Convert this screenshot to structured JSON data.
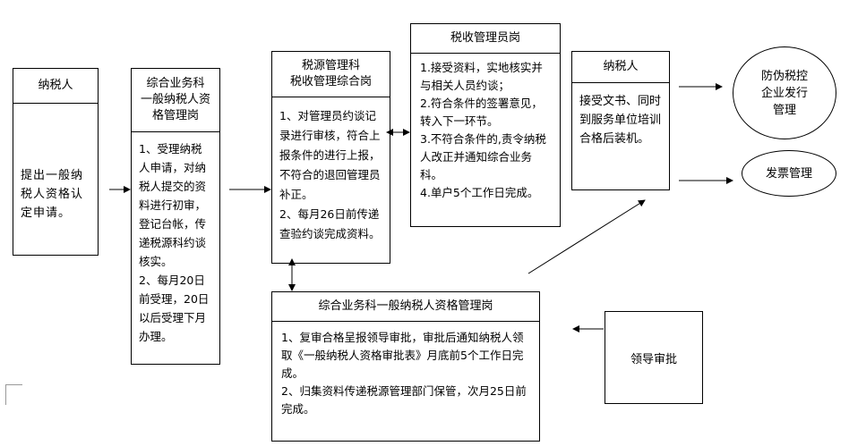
{
  "taxpayer_left": {
    "title": "纳税人",
    "content": "提出一般纳税人资格认定申请。"
  },
  "general_affairs_1": {
    "title": "综合业务科\n一般纳税人资\n格管理岗",
    "content": "1、受理纳税人申请，对纳税人提交的资料进行初审，登记台帐，传递税源科约谈核实。\n2、每月20日前受理，20日以后受理下月办理。"
  },
  "tax_source": {
    "title": "税源管理科\n税收管理综合岗",
    "content": "1、对管理员约谈记录进行审核，符合上报条件的进行上报，不符合的退回管理员补正。\n2、每月26日前传递查验约谈完成资料。"
  },
  "tax_officer": {
    "title": "税收管理员岗",
    "content": "1.接受资料，实地核实并与相关人员约谈；\n2.符合条件的签署意见，转入下一环节。\n3.不符合条件的,责令纳税人改正并通知综合业务科。\n4.单户5个工作日完成。"
  },
  "taxpayer_right": {
    "title": "纳税人",
    "content": "接受文书、同时到服务单位培训合格后装机。"
  },
  "anti_forgery": {
    "label": "防伪税控\n企业发行\n管理"
  },
  "invoice_mgmt": {
    "label": "发票管理"
  },
  "general_affairs_2": {
    "title": "综合业务科一般纳税人资格管理岗",
    "content": "1、复审合格呈报领导审批，审批后通知纳税人领取《一般纳税人资格审批表》月底前5个工作日完成。\n2、归集资料传递税源管理部门保管，次月25日前完成。"
  },
  "leader_approval": {
    "label": "领导审批"
  }
}
